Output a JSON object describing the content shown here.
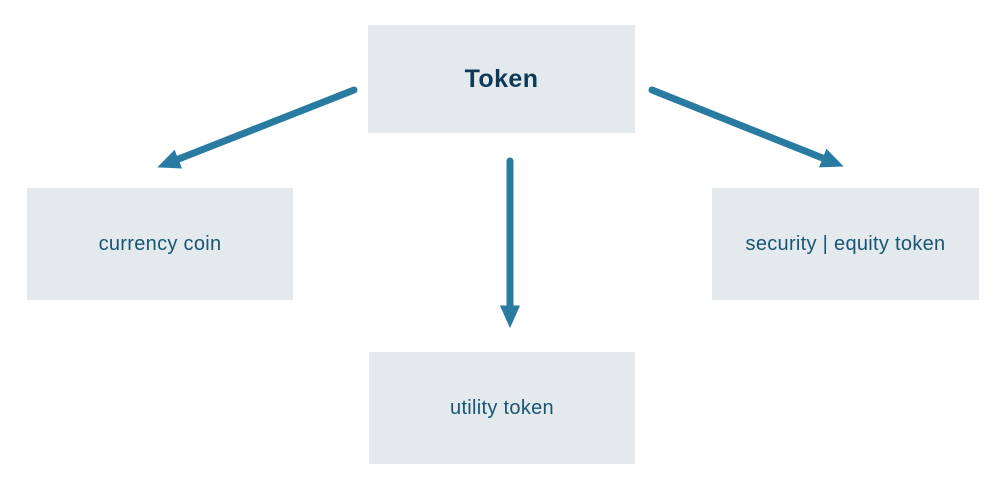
{
  "diagram": {
    "title": "Token",
    "root": {
      "id": "token",
      "label": "Token"
    },
    "children": [
      {
        "id": "currency-coin",
        "label": "currency coin"
      },
      {
        "id": "utility-token",
        "label": "utility token"
      },
      {
        "id": "security-equity-token",
        "label": "security | equity token"
      }
    ],
    "edges": [
      {
        "from": "token",
        "to": "currency-coin"
      },
      {
        "from": "token",
        "to": "utility-token"
      },
      {
        "from": "token",
        "to": "security-equity-token"
      }
    ]
  },
  "colors": {
    "page_bg": "#ffffff",
    "box_bg": "#e4e9ee",
    "arrow": "#2a7ba2",
    "title_text": "#0d3a56",
    "body_text": "#175672"
  }
}
